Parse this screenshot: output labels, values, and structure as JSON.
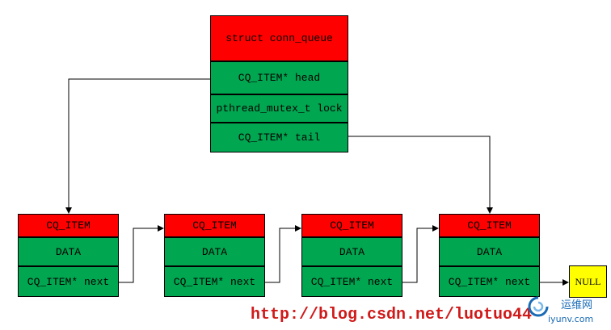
{
  "queue": {
    "title": "struct conn_queue",
    "head": "CQ_ITEM* head",
    "lock": "pthread_mutex_t lock",
    "tail": "CQ_ITEM* tail"
  },
  "items": [
    {
      "title": "CQ_ITEM",
      "data": "DATA",
      "next": "CQ_ITEM* next"
    },
    {
      "title": "CQ_ITEM",
      "data": "DATA",
      "next": "CQ_ITEM* next"
    },
    {
      "title": "CQ_ITEM",
      "data": "DATA",
      "next": "CQ_ITEM* next"
    },
    {
      "title": "CQ_ITEM",
      "data": "DATA",
      "next": "CQ_ITEM* next"
    }
  ],
  "null_label": "NULL",
  "watermark": {
    "url": "http://blog.csdn.net/luotuo44",
    "logo_cn": "运维网",
    "logo_url": "iyunv.com"
  },
  "colors": {
    "header_red": "#ff0000",
    "field_green": "#00a650",
    "null_yellow": "#ffff00",
    "watermark_red": "#d01a1a"
  }
}
